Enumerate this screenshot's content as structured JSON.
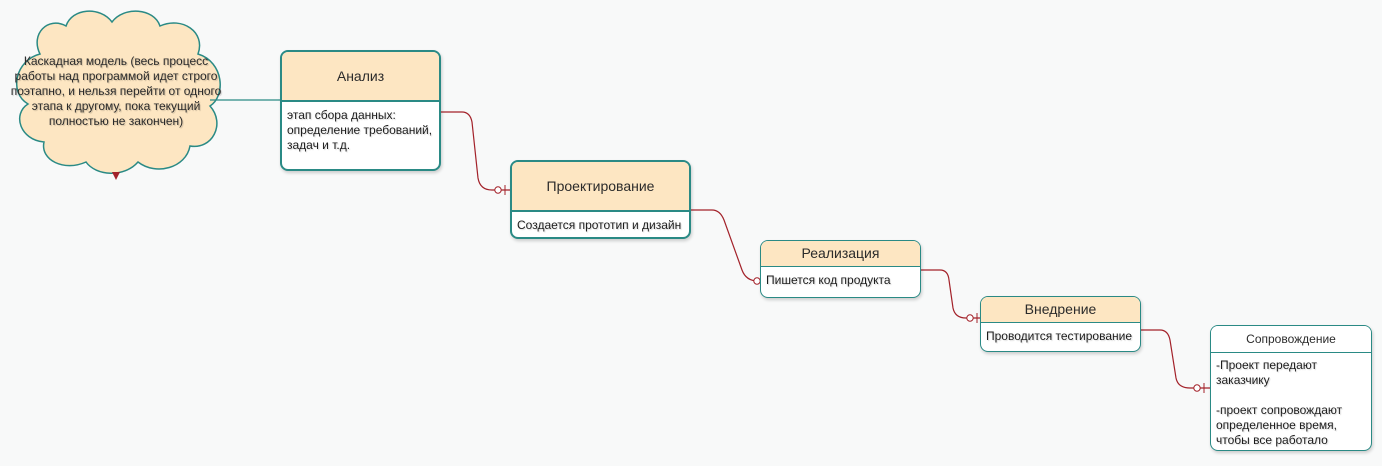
{
  "cloud": {
    "text": "Каскадная модель (весь процесс работы над программой идет строго поэтапно, и нельзя перейти от одного этапа к другому, пока текущий полностью не закончен)"
  },
  "stages": [
    {
      "title": "Анализ",
      "body": "этап сбора данных:\nопределение требований,\nзадач и т.д."
    },
    {
      "title": "Проектирование",
      "body": "Создается прототип и дизайн"
    },
    {
      "title": "Реализация",
      "body": "Пишется код продукта"
    },
    {
      "title": "Внедрение",
      "body": "Проводится тестирование"
    },
    {
      "title": "Сопровождение",
      "body": "-Проект передают\nзаказчику\n\n-проект сопровождают\nопределенное время,\nчтобы все работало"
    }
  ],
  "colors": {
    "header_fill": "#fde6c2",
    "border": "#2a8a85",
    "connector": "#a3222a",
    "cloud_fill": "#fde6c2",
    "cloud_stroke": "#2a8a85"
  }
}
